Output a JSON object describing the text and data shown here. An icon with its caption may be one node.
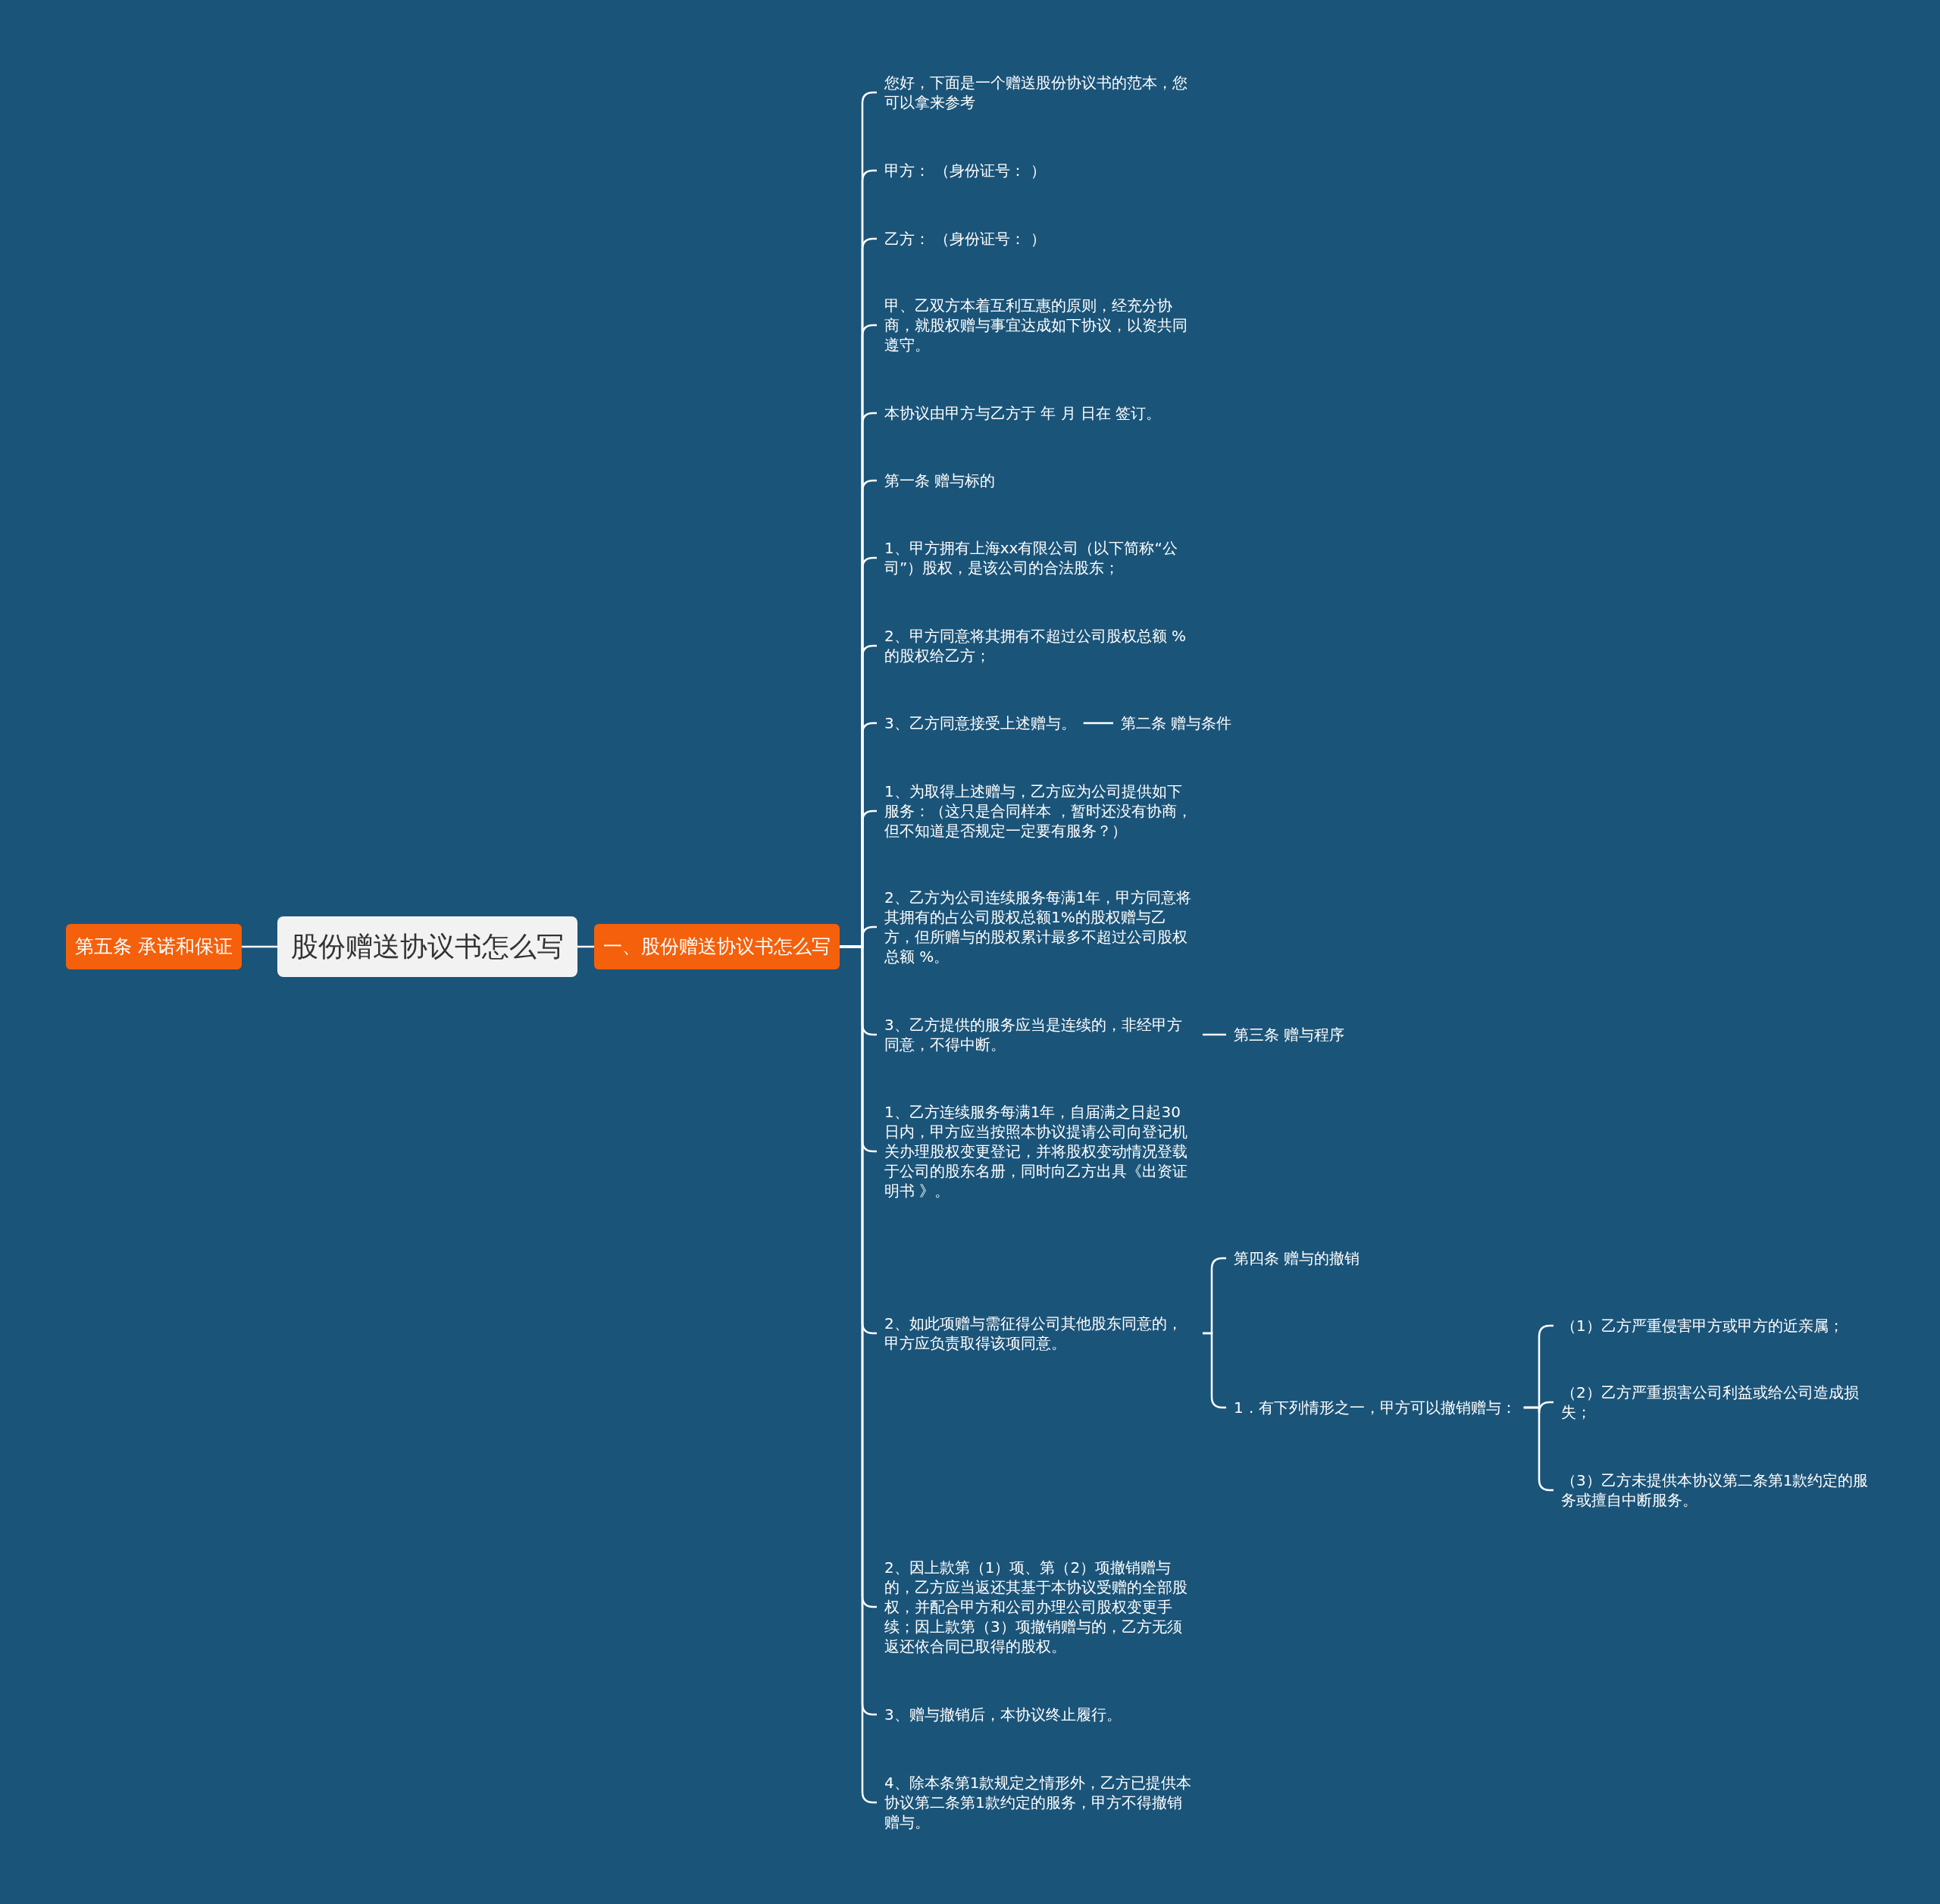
{
  "diagram": {
    "nodes": [
      {
        "text": [
          "股份赠送协议书怎么写"
        ]
      },
      {
        "text": [
          "第五条 承诺和保证"
        ]
      },
      {
        "text": [
          "一、股份赠送协议书怎么写"
        ]
      },
      {
        "text": [
          "您好，下面是一个赠送股份协议书的范本，您可以拿来参考"
        ]
      },
      {
        "text": [
          "甲方：  （身份证号：  ）"
        ]
      },
      {
        "text": [
          "乙方：  （身份证号：  ）"
        ]
      },
      {
        "text": [
          "甲、乙双方本着互利互惠的原则，经充分协商，就股权赠与事宜达成如下协议，以资共同遵守。"
        ]
      },
      {
        "text": [
          "本协议由甲方与乙方于 年 月 日在 签订。"
        ]
      },
      {
        "text": [
          "第一条 赠与标的"
        ]
      },
      {
        "text": [
          "1、甲方拥有上海xx有限公司（以下简称“公司”）股权，是该公司的合法股东；"
        ]
      },
      {
        "text": [
          "2、甲方同意将其拥有不超过公司股权总额 %的股权给乙方；"
        ]
      },
      {
        "text": [
          "3、乙方同意接受上述赠与。"
        ]
      },
      {
        "text": [
          "1、为取得上述赠与，乙方应为公司提供如下服务：（这只是合同样本 ，暂时还没有协商，但不知道是否规定一定要有服务？）"
        ]
      },
      {
        "text": [
          "2、乙方为公司连续服务每满1年，甲方同意将其拥有的占公司股权总额1%的股权赠与乙方，但所赠与的股权累计最多不超过公司股权总额 %。"
        ]
      },
      {
        "text": [
          "3、乙方提供的服务应当是连续的，非经甲方同意，不得中断。"
        ]
      },
      {
        "text": [
          "1、乙方连续服务每满1年，自届满之日起30日内，甲方应当按照本协议提请公司向登记机关办理股权变更登记，并将股权变动情况登载于公司的股东名册，同时向乙方出具《出资证明书 》。"
        ]
      },
      {
        "text": [
          "2、如此项赠与需征得公司其他股东同意的，甲方应负责取得该项同意。"
        ]
      },
      {
        "text": [
          "2、因上款第（1）项、第（2）项撤销赠与的，乙方应当返还其基于本协议受赠的全部股权，并配合甲方和公司办理公司股权变更手续；因上款第（3）项撤销赠与的，乙方无须返还依合同已取得的股权。"
        ]
      },
      {
        "text": [
          "3、赠与撤销后，本协议终止履行。"
        ]
      },
      {
        "text": [
          "4、除本条第1款规定之情形外，乙方已提供本协议第二条第1款约定的服务，甲方不得撤销赠与。"
        ]
      },
      {
        "text": [
          "第二条 赠与条件"
        ]
      },
      {
        "text": [
          "第三条 赠与程序"
        ]
      },
      {
        "text": [
          "第四条 赠与的撤销"
        ]
      },
      {
        "text": [
          "1．有下列情形之一，甲方可以撤销赠与："
        ]
      },
      {
        "text": [
          "（1）乙方严重侵害甲方或甲方的近亲属；"
        ]
      },
      {
        "text": [
          "（2）乙方严重损害公司利益或给公司造成损失；"
        ]
      },
      {
        "text": [
          "（3）乙方未提供本协议第二条第1款约定的服务或擅自中断服务。"
        ]
      }
    ],
    "edges": [
      {
        "from": 0,
        "to": 1,
        "arrow": "none"
      },
      {
        "from": 0,
        "to": 2,
        "arrow": "none"
      },
      {
        "from": 2,
        "to": 3,
        "arrow": "none"
      },
      {
        "from": 2,
        "to": 4,
        "arrow": "none"
      },
      {
        "from": 2,
        "to": 5,
        "arrow": "none"
      },
      {
        "from": 2,
        "to": 6,
        "arrow": "none"
      },
      {
        "from": 2,
        "to": 7,
        "arrow": "none"
      },
      {
        "from": 2,
        "to": 8,
        "arrow": "none"
      },
      {
        "from": 2,
        "to": 9,
        "arrow": "none"
      },
      {
        "from": 2,
        "to": 10,
        "arrow": "none"
      },
      {
        "from": 2,
        "to": 11,
        "arrow": "none"
      },
      {
        "from": 2,
        "to": 12,
        "arrow": "none"
      },
      {
        "from": 2,
        "to": 13,
        "arrow": "none"
      },
      {
        "from": 2,
        "to": 14,
        "arrow": "none"
      },
      {
        "from": 2,
        "to": 15,
        "arrow": "none"
      },
      {
        "from": 2,
        "to": 16,
        "arrow": "none"
      },
      {
        "from": 2,
        "to": 17,
        "arrow": "none"
      },
      {
        "from": 2,
        "to": 18,
        "arrow": "none"
      },
      {
        "from": 2,
        "to": 19,
        "arrow": "none"
      },
      {
        "from": 11,
        "to": 20,
        "arrow": "none"
      },
      {
        "from": 14,
        "to": 21,
        "arrow": "none"
      },
      {
        "from": 16,
        "to": 22,
        "arrow": "none"
      },
      {
        "from": 16,
        "to": 23,
        "arrow": "none"
      },
      {
        "from": 23,
        "to": 24,
        "arrow": "none"
      },
      {
        "from": 23,
        "to": 25,
        "arrow": "none"
      },
      {
        "from": 23,
        "to": 26,
        "arrow": "none"
      }
    ]
  }
}
